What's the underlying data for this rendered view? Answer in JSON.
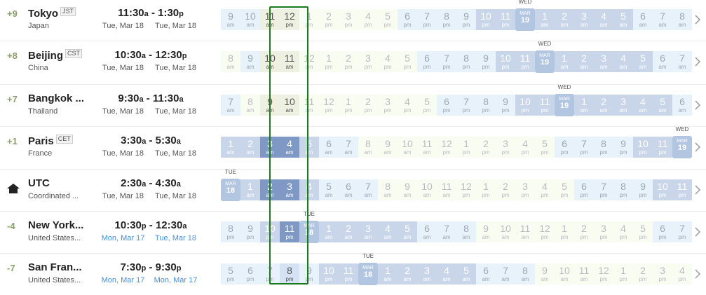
{
  "rows": [
    {
      "offset": "+9",
      "city": "Tokyo",
      "abbr": "JST",
      "country": "Japan",
      "start": "11:30",
      "start_s": "a",
      "end": "1:30",
      "end_s": "p",
      "date1": "Tue, Mar 18",
      "date2": "Tue, Mar 18",
      "d1blue": false,
      "d2blue": false,
      "daymark": {
        "index": 15,
        "month": "MAR",
        "day": "19",
        "dow": "WED"
      },
      "cells": [
        {
          "n": "9",
          "s": "am",
          "t": "dawn"
        },
        {
          "n": "10",
          "s": "am",
          "t": "dawn"
        },
        {
          "n": "11",
          "s": "am",
          "t": "cur"
        },
        {
          "n": "12",
          "s": "pm",
          "t": "cur"
        },
        {
          "n": "1",
          "s": "pm",
          "t": "day"
        },
        {
          "n": "2",
          "s": "pm",
          "t": "day"
        },
        {
          "n": "3",
          "s": "pm",
          "t": "day"
        },
        {
          "n": "4",
          "s": "pm",
          "t": "day"
        },
        {
          "n": "5",
          "s": "pm",
          "t": "day"
        },
        {
          "n": "6",
          "s": "pm",
          "t": "dawn"
        },
        {
          "n": "7",
          "s": "pm",
          "t": "dawn"
        },
        {
          "n": "8",
          "s": "pm",
          "t": "dawn"
        },
        {
          "n": "9",
          "s": "pm",
          "t": "dawn"
        },
        {
          "n": "10",
          "s": "pm",
          "t": "night"
        },
        {
          "n": "11",
          "s": "pm",
          "t": "night"
        },
        {
          "n": "",
          "s": "",
          "t": "mark"
        },
        {
          "n": "1",
          "s": "am",
          "t": "night"
        },
        {
          "n": "2",
          "s": "am",
          "t": "night"
        },
        {
          "n": "3",
          "s": "am",
          "t": "night"
        },
        {
          "n": "4",
          "s": "am",
          "t": "night"
        },
        {
          "n": "5",
          "s": "am",
          "t": "night"
        },
        {
          "n": "6",
          "s": "am",
          "t": "dawn"
        },
        {
          "n": "7",
          "s": "am",
          "t": "dawn"
        },
        {
          "n": "8",
          "s": "am",
          "t": "dawn"
        }
      ]
    },
    {
      "offset": "+8",
      "city": "Beijing",
      "abbr": "CST",
      "country": "China",
      "start": "10:30",
      "start_s": "a",
      "end": "12:30",
      "end_s": "p",
      "date1": "Tue, Mar 18",
      "date2": "Tue, Mar 18",
      "d1blue": false,
      "d2blue": false,
      "daymark": {
        "index": 16,
        "month": "MAR",
        "day": "19",
        "dow": "WED"
      },
      "cells": [
        {
          "n": "8",
          "s": "am",
          "t": "day"
        },
        {
          "n": "9",
          "s": "am",
          "t": "dawn"
        },
        {
          "n": "10",
          "s": "am",
          "t": "cur"
        },
        {
          "n": "11",
          "s": "am",
          "t": "cur"
        },
        {
          "n": "12",
          "s": "pm",
          "t": "day"
        },
        {
          "n": "1",
          "s": "pm",
          "t": "day"
        },
        {
          "n": "2",
          "s": "pm",
          "t": "day"
        },
        {
          "n": "3",
          "s": "pm",
          "t": "day"
        },
        {
          "n": "4",
          "s": "pm",
          "t": "day"
        },
        {
          "n": "5",
          "s": "pm",
          "t": "day"
        },
        {
          "n": "6",
          "s": "pm",
          "t": "dawn"
        },
        {
          "n": "7",
          "s": "pm",
          "t": "dawn"
        },
        {
          "n": "8",
          "s": "pm",
          "t": "dawn"
        },
        {
          "n": "9",
          "s": "pm",
          "t": "dawn"
        },
        {
          "n": "10",
          "s": "pm",
          "t": "night"
        },
        {
          "n": "11",
          "s": "pm",
          "t": "night"
        },
        {
          "n": "",
          "s": "",
          "t": "mark"
        },
        {
          "n": "1",
          "s": "am",
          "t": "night"
        },
        {
          "n": "2",
          "s": "am",
          "t": "night"
        },
        {
          "n": "3",
          "s": "am",
          "t": "night"
        },
        {
          "n": "4",
          "s": "am",
          "t": "night"
        },
        {
          "n": "5",
          "s": "am",
          "t": "night"
        },
        {
          "n": "6",
          "s": "am",
          "t": "dawn"
        },
        {
          "n": "7",
          "s": "am",
          "t": "dawn"
        }
      ]
    },
    {
      "offset": "+7",
      "city": "Bangkok ...",
      "abbr": "",
      "country": "Thailand",
      "start": "9:30",
      "start_s": "a",
      "end": "11:30",
      "end_s": "a",
      "date1": "Tue, Mar 18",
      "date2": "Tue, Mar 18",
      "d1blue": false,
      "d2blue": false,
      "daymark": {
        "index": 17,
        "month": "MAR",
        "day": "19",
        "dow": "WED"
      },
      "cells": [
        {
          "n": "7",
          "s": "am",
          "t": "dawn"
        },
        {
          "n": "8",
          "s": "am",
          "t": "day"
        },
        {
          "n": "9",
          "s": "am",
          "t": "cur"
        },
        {
          "n": "10",
          "s": "am",
          "t": "cur"
        },
        {
          "n": "11",
          "s": "am",
          "t": "day"
        },
        {
          "n": "12",
          "s": "pm",
          "t": "day"
        },
        {
          "n": "1",
          "s": "pm",
          "t": "day"
        },
        {
          "n": "2",
          "s": "pm",
          "t": "day"
        },
        {
          "n": "3",
          "s": "pm",
          "t": "day"
        },
        {
          "n": "4",
          "s": "pm",
          "t": "day"
        },
        {
          "n": "5",
          "s": "pm",
          "t": "day"
        },
        {
          "n": "6",
          "s": "pm",
          "t": "dawn"
        },
        {
          "n": "7",
          "s": "pm",
          "t": "dawn"
        },
        {
          "n": "8",
          "s": "pm",
          "t": "dawn"
        },
        {
          "n": "9",
          "s": "pm",
          "t": "dawn"
        },
        {
          "n": "10",
          "s": "pm",
          "t": "night"
        },
        {
          "n": "11",
          "s": "pm",
          "t": "night"
        },
        {
          "n": "",
          "s": "",
          "t": "mark"
        },
        {
          "n": "1",
          "s": "am",
          "t": "night"
        },
        {
          "n": "2",
          "s": "am",
          "t": "night"
        },
        {
          "n": "3",
          "s": "am",
          "t": "night"
        },
        {
          "n": "4",
          "s": "am",
          "t": "night"
        },
        {
          "n": "5",
          "s": "am",
          "t": "night"
        },
        {
          "n": "6",
          "s": "am",
          "t": "dawn"
        }
      ]
    },
    {
      "offset": "+1",
      "city": "Paris",
      "abbr": "CET",
      "country": "France",
      "start": "3:30",
      "start_s": "a",
      "end": "5:30",
      "end_s": "a",
      "date1": "Tue, Mar 18",
      "date2": "Tue, Mar 18",
      "d1blue": false,
      "d2blue": false,
      "daymark": {
        "index": 23,
        "month": "MAR",
        "day": "19",
        "dow": "WED"
      },
      "cells": [
        {
          "n": "1",
          "s": "am",
          "t": "night"
        },
        {
          "n": "2",
          "s": "am",
          "t": "night"
        },
        {
          "n": "3",
          "s": "am",
          "t": "curnight"
        },
        {
          "n": "4",
          "s": "am",
          "t": "curnight"
        },
        {
          "n": "5",
          "s": "am",
          "t": "night"
        },
        {
          "n": "6",
          "s": "am",
          "t": "dawn"
        },
        {
          "n": "7",
          "s": "am",
          "t": "dawn"
        },
        {
          "n": "8",
          "s": "am",
          "t": "day"
        },
        {
          "n": "9",
          "s": "am",
          "t": "day"
        },
        {
          "n": "10",
          "s": "am",
          "t": "day"
        },
        {
          "n": "11",
          "s": "am",
          "t": "day"
        },
        {
          "n": "12",
          "s": "pm",
          "t": "day"
        },
        {
          "n": "1",
          "s": "pm",
          "t": "day"
        },
        {
          "n": "2",
          "s": "pm",
          "t": "day"
        },
        {
          "n": "3",
          "s": "pm",
          "t": "day"
        },
        {
          "n": "4",
          "s": "pm",
          "t": "day"
        },
        {
          "n": "5",
          "s": "pm",
          "t": "day"
        },
        {
          "n": "6",
          "s": "pm",
          "t": "dawn"
        },
        {
          "n": "7",
          "s": "pm",
          "t": "dawn"
        },
        {
          "n": "8",
          "s": "pm",
          "t": "dawn"
        },
        {
          "n": "9",
          "s": "pm",
          "t": "dawn"
        },
        {
          "n": "10",
          "s": "pm",
          "t": "night"
        },
        {
          "n": "11",
          "s": "pm",
          "t": "night"
        },
        {
          "n": "",
          "s": "",
          "t": "mark"
        }
      ]
    },
    {
      "offset": "",
      "city": "UTC",
      "abbr": "",
      "country": "Coordinated ...",
      "home": true,
      "start": "2:30",
      "start_s": "a",
      "end": "4:30",
      "end_s": "a",
      "date1": "Tue, Mar 18",
      "date2": "Tue, Mar 18",
      "d1blue": false,
      "d2blue": false,
      "daymark": {
        "index": 0,
        "month": "MAR",
        "day": "18",
        "dow": "TUE"
      },
      "cells": [
        {
          "n": "",
          "s": "",
          "t": "mark"
        },
        {
          "n": "1",
          "s": "am",
          "t": "night"
        },
        {
          "n": "2",
          "s": "am",
          "t": "curnight"
        },
        {
          "n": "3",
          "s": "am",
          "t": "curnight"
        },
        {
          "n": "4",
          "s": "am",
          "t": "night"
        },
        {
          "n": "5",
          "s": "am",
          "t": "dawn"
        },
        {
          "n": "6",
          "s": "am",
          "t": "dawn"
        },
        {
          "n": "7",
          "s": "am",
          "t": "dawn"
        },
        {
          "n": "8",
          "s": "am",
          "t": "day"
        },
        {
          "n": "9",
          "s": "am",
          "t": "day"
        },
        {
          "n": "10",
          "s": "am",
          "t": "day"
        },
        {
          "n": "11",
          "s": "am",
          "t": "day"
        },
        {
          "n": "12",
          "s": "pm",
          "t": "day"
        },
        {
          "n": "1",
          "s": "pm",
          "t": "day"
        },
        {
          "n": "2",
          "s": "pm",
          "t": "day"
        },
        {
          "n": "3",
          "s": "pm",
          "t": "day"
        },
        {
          "n": "4",
          "s": "pm",
          "t": "day"
        },
        {
          "n": "5",
          "s": "pm",
          "t": "day"
        },
        {
          "n": "6",
          "s": "pm",
          "t": "dawn"
        },
        {
          "n": "7",
          "s": "pm",
          "t": "dawn"
        },
        {
          "n": "8",
          "s": "pm",
          "t": "dawn"
        },
        {
          "n": "9",
          "s": "pm",
          "t": "dawn"
        },
        {
          "n": "10",
          "s": "pm",
          "t": "night"
        },
        {
          "n": "11",
          "s": "pm",
          "t": "night"
        }
      ]
    },
    {
      "offset": "-4",
      "city": "New York...",
      "abbr": "",
      "country": "United States...",
      "start": "10:30",
      "start_s": "p",
      "end": "12:30",
      "end_s": "a",
      "date1": "Mon, Mar 17",
      "date2": "Tue, Mar 18",
      "d1blue": true,
      "d2blue": true,
      "daymark": {
        "index": 4,
        "month": "MAR",
        "day": "18",
        "dow": "TUE"
      },
      "cells": [
        {
          "n": "8",
          "s": "pm",
          "t": "dawn"
        },
        {
          "n": "9",
          "s": "pm",
          "t": "dawn"
        },
        {
          "n": "10",
          "s": "pm",
          "t": "night"
        },
        {
          "n": "11",
          "s": "pm",
          "t": "curnight"
        },
        {
          "n": "",
          "s": "",
          "t": "mark"
        },
        {
          "n": "1",
          "s": "am",
          "t": "night"
        },
        {
          "n": "2",
          "s": "am",
          "t": "night"
        },
        {
          "n": "3",
          "s": "am",
          "t": "night"
        },
        {
          "n": "4",
          "s": "am",
          "t": "night"
        },
        {
          "n": "5",
          "s": "am",
          "t": "night"
        },
        {
          "n": "6",
          "s": "am",
          "t": "dawn"
        },
        {
          "n": "7",
          "s": "am",
          "t": "dawn"
        },
        {
          "n": "8",
          "s": "am",
          "t": "dawn"
        },
        {
          "n": "9",
          "s": "am",
          "t": "day"
        },
        {
          "n": "10",
          "s": "am",
          "t": "day"
        },
        {
          "n": "11",
          "s": "am",
          "t": "day"
        },
        {
          "n": "12",
          "s": "pm",
          "t": "day"
        },
        {
          "n": "1",
          "s": "pm",
          "t": "day"
        },
        {
          "n": "2",
          "s": "pm",
          "t": "day"
        },
        {
          "n": "3",
          "s": "pm",
          "t": "day"
        },
        {
          "n": "4",
          "s": "pm",
          "t": "day"
        },
        {
          "n": "5",
          "s": "pm",
          "t": "day"
        },
        {
          "n": "6",
          "s": "pm",
          "t": "dawn"
        },
        {
          "n": "7",
          "s": "pm",
          "t": "dawn"
        }
      ]
    },
    {
      "offset": "-7",
      "city": "San Fran...",
      "abbr": "",
      "country": "United States...",
      "start": "7:30",
      "start_s": "p",
      "end": "9:30",
      "end_s": "p",
      "date1": "Mon, Mar 17",
      "date2": "Mon, Mar 17",
      "d1blue": true,
      "d2blue": true,
      "daymark": {
        "index": 7,
        "month": "MAR",
        "day": "18",
        "dow": "TUE"
      },
      "cells": [
        {
          "n": "5",
          "s": "pm",
          "t": "dawn"
        },
        {
          "n": "6",
          "s": "pm",
          "t": "dawn"
        },
        {
          "n": "7",
          "s": "pm",
          "t": "dawn"
        },
        {
          "n": "8",
          "s": "pm",
          "t": "curdawn"
        },
        {
          "n": "9",
          "s": "pm",
          "t": "dawn"
        },
        {
          "n": "10",
          "s": "pm",
          "t": "night"
        },
        {
          "n": "11",
          "s": "pm",
          "t": "night"
        },
        {
          "n": "",
          "s": "",
          "t": "mark"
        },
        {
          "n": "1",
          "s": "am",
          "t": "night"
        },
        {
          "n": "2",
          "s": "am",
          "t": "night"
        },
        {
          "n": "3",
          "s": "am",
          "t": "night"
        },
        {
          "n": "4",
          "s": "am",
          "t": "night"
        },
        {
          "n": "5",
          "s": "am",
          "t": "night"
        },
        {
          "n": "6",
          "s": "am",
          "t": "dawn"
        },
        {
          "n": "7",
          "s": "am",
          "t": "dawn"
        },
        {
          "n": "8",
          "s": "am",
          "t": "dawn"
        },
        {
          "n": "9",
          "s": "am",
          "t": "day"
        },
        {
          "n": "10",
          "s": "am",
          "t": "day"
        },
        {
          "n": "11",
          "s": "am",
          "t": "day"
        },
        {
          "n": "12",
          "s": "pm",
          "t": "day"
        },
        {
          "n": "1",
          "s": "pm",
          "t": "day"
        },
        {
          "n": "2",
          "s": "pm",
          "t": "day"
        },
        {
          "n": "3",
          "s": "pm",
          "t": "day"
        },
        {
          "n": "4",
          "s": "pm",
          "t": "day"
        }
      ]
    }
  ],
  "colors": {
    "selection": "#1b7a1b",
    "night": "#c9d6ea",
    "dawn": "#e8f2fa",
    "day": "#f9fcf0",
    "offset": "#8aa06a",
    "date_blue": "#4a90d9"
  },
  "icons": {
    "home": "home-icon",
    "chevron": "chevron-right-icon"
  }
}
